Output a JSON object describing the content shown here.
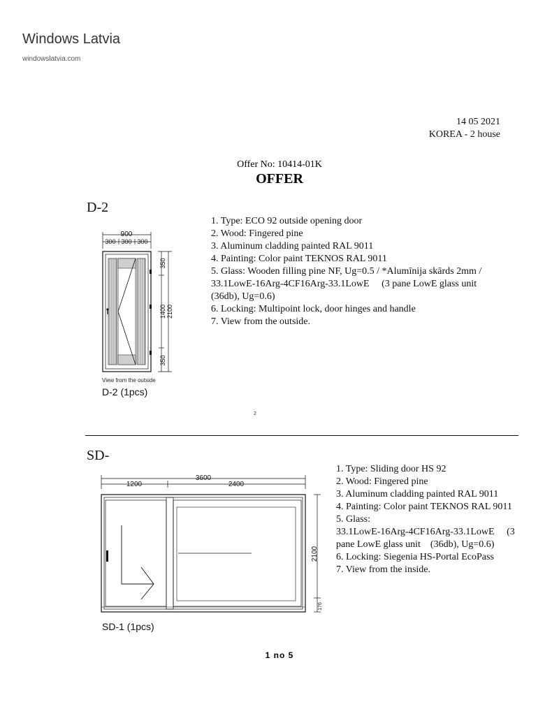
{
  "header": {
    "company_name": "Windows Latvia",
    "company_url": "windowslatvia.com"
  },
  "meta": {
    "date": "14 05 2021",
    "client": "KOREA - 2 house",
    "offer_no": "Offer No: 10414-01K",
    "title": "OFFER"
  },
  "item1": {
    "code": "D-2",
    "caption": "D-2 (1pcs)",
    "view_note": "View from the outside",
    "dims": {
      "total_width": "900",
      "col_left": "300",
      "col_mid": "300",
      "col_right": "300",
      "top_rail": "350",
      "mid": "1400",
      "height": "2100",
      "bottom_rail": "350"
    },
    "spec": [
      "1. Type: ECO 92 outside opening door",
      "2. Wood: Fingered pine",
      "3. Aluminum cladding painted RAL 9011",
      "4. Painting: Color paint TEKNOS RAL 9011",
      "5. Glass: Wooden filling pine NF, Ug=0.5 / *Alumīnija skārds 2mm /",
      "33.1LowE-16Arg-4CF16Arg-33.1LowE     (3 pane LowE glass unit",
      "(36db), Ug=0.6)",
      "6. Locking: Multipoint lock, door hinges and handle",
      "7. View from the outside."
    ],
    "footnote": "2"
  },
  "item2": {
    "code": "SD-",
    "caption": "SD-1 (1pcs)",
    "dims": {
      "total_width": "3600",
      "left_width": "1200",
      "right_width": "2400",
      "height": "2100",
      "threshold": "176"
    },
    "spec": [
      "1. Type: Sliding door HS 92",
      "2. Wood: Fingered pine",
      "3. Aluminum cladding painted RAL 9011",
      "4. Painting: Color paint TEKNOS RAL 9011",
      "5. Glass:",
      "33.1LowE-16Arg-4CF16Arg-33.1LowE     (3",
      "pane LowE glass unit    (36db), Ug=0.6)",
      "6. Locking: Siegenia HS-Portal EcoPass",
      "7. View from the inside."
    ]
  },
  "footer": {
    "page": "1 no 5"
  }
}
